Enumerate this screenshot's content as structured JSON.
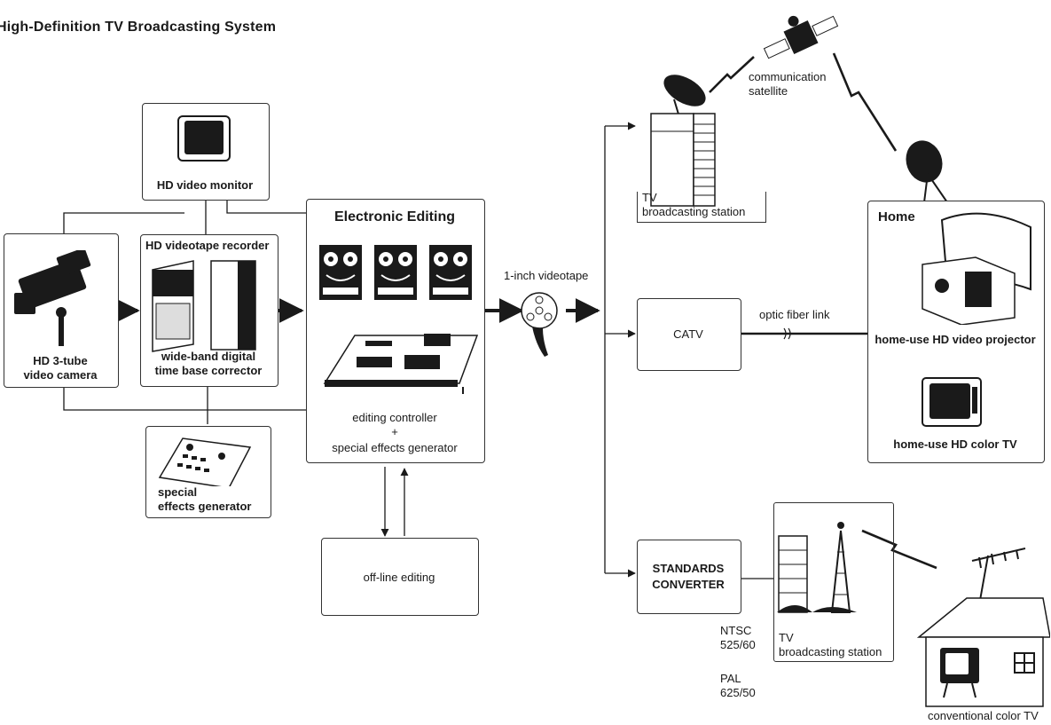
{
  "title": "High-Definition TV Broadcasting System",
  "nodes": {
    "camera": {
      "label_line1": "HD 3-tube",
      "label_line2": "video camera"
    },
    "monitor": {
      "label": "HD video monitor"
    },
    "vtr": {
      "label": "HD videotape recorder",
      "tbc_line1": "wide-band digital",
      "tbc_line2": "time base corrector"
    },
    "sfx_small": {
      "label_line1": "special",
      "label_line2": "effects generator"
    },
    "editing": {
      "title": "Electronic Editing",
      "line1": "editing controller",
      "plus": "+",
      "line2": "special effects generator"
    },
    "offline": {
      "label": "off-line editing"
    },
    "tape": {
      "label": "1-inch videotape"
    },
    "satellite": {
      "label_line1": "communication",
      "label_line2": "satellite"
    },
    "tv_station_top": {
      "label_line1": "TV",
      "label_line2": "broadcasting station"
    },
    "catv": {
      "label": "CATV"
    },
    "fiber": {
      "label": "optic fiber link"
    },
    "home": {
      "title": "Home",
      "projector": "home-use HD video projector",
      "tv": "home-use HD color TV"
    },
    "converter": {
      "label_line1": "STANDARDS",
      "label_line2": "CONVERTER"
    },
    "tv_station_bottom": {
      "label_line1": "TV",
      "label_line2": "broadcasting station"
    },
    "standards": {
      "ntsc1": "NTSC",
      "ntsc2": "525/60",
      "pal1": "PAL",
      "pal2": "625/50"
    },
    "conventional_tv": {
      "label": "conventional color TV"
    }
  },
  "colors": {
    "ink": "#1a1a1a",
    "paper": "#ffffff"
  }
}
